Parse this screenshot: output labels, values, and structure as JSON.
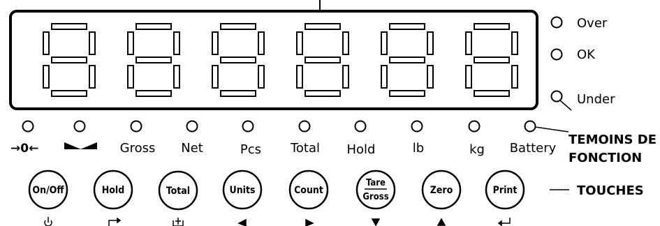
{
  "display": {
    "digit_count": 6,
    "digit_value": "8"
  },
  "indicators_right": [
    {
      "key": "over",
      "label": "Over"
    },
    {
      "key": "ok",
      "label": "OK"
    },
    {
      "key": "under",
      "label": "Under"
    }
  ],
  "indicators_bottom": [
    {
      "key": "zero",
      "label": "→0←",
      "icon": "center-zero-icon"
    },
    {
      "key": "stable",
      "label": "",
      "icon": "stable-triangles-icon"
    },
    {
      "key": "gross",
      "label": "Gross"
    },
    {
      "key": "net",
      "label": "Net"
    },
    {
      "key": "pcs",
      "label": "Pcs"
    },
    {
      "key": "total",
      "label": "Total"
    },
    {
      "key": "hold",
      "label": "Hold"
    },
    {
      "key": "lb",
      "label": "lb"
    },
    {
      "key": "kg",
      "label": "kg"
    },
    {
      "key": "battery",
      "label": "Battery"
    }
  ],
  "callouts": {
    "temoins_line1": "TEMOINS DE",
    "temoins_line2": "FONCTION",
    "touches": "TOUCHES"
  },
  "buttons": [
    {
      "key": "on-off",
      "label": "On/Off",
      "sub_icon": "power-icon"
    },
    {
      "key": "hold",
      "label": "Hold",
      "sub_icon": "corner-arrow-right-icon"
    },
    {
      "key": "total",
      "label": "Total",
      "sub_icon": "add-to-total-icon"
    },
    {
      "key": "units",
      "label": "Units",
      "sub_icon": "arrow-left-icon"
    },
    {
      "key": "count",
      "label": "Count",
      "sub_icon": "arrow-right-icon"
    },
    {
      "key": "tare-gross",
      "label_top": "Tare",
      "label_bottom": "Gross",
      "sub_icon": "arrow-down-icon"
    },
    {
      "key": "zero",
      "label": "Zero",
      "sub_icon": "arrow-up-icon"
    },
    {
      "key": "print",
      "label": "Print",
      "sub_icon": "enter-icon"
    }
  ],
  "colors": {
    "ink": "#000000",
    "background": "#ffffff"
  }
}
